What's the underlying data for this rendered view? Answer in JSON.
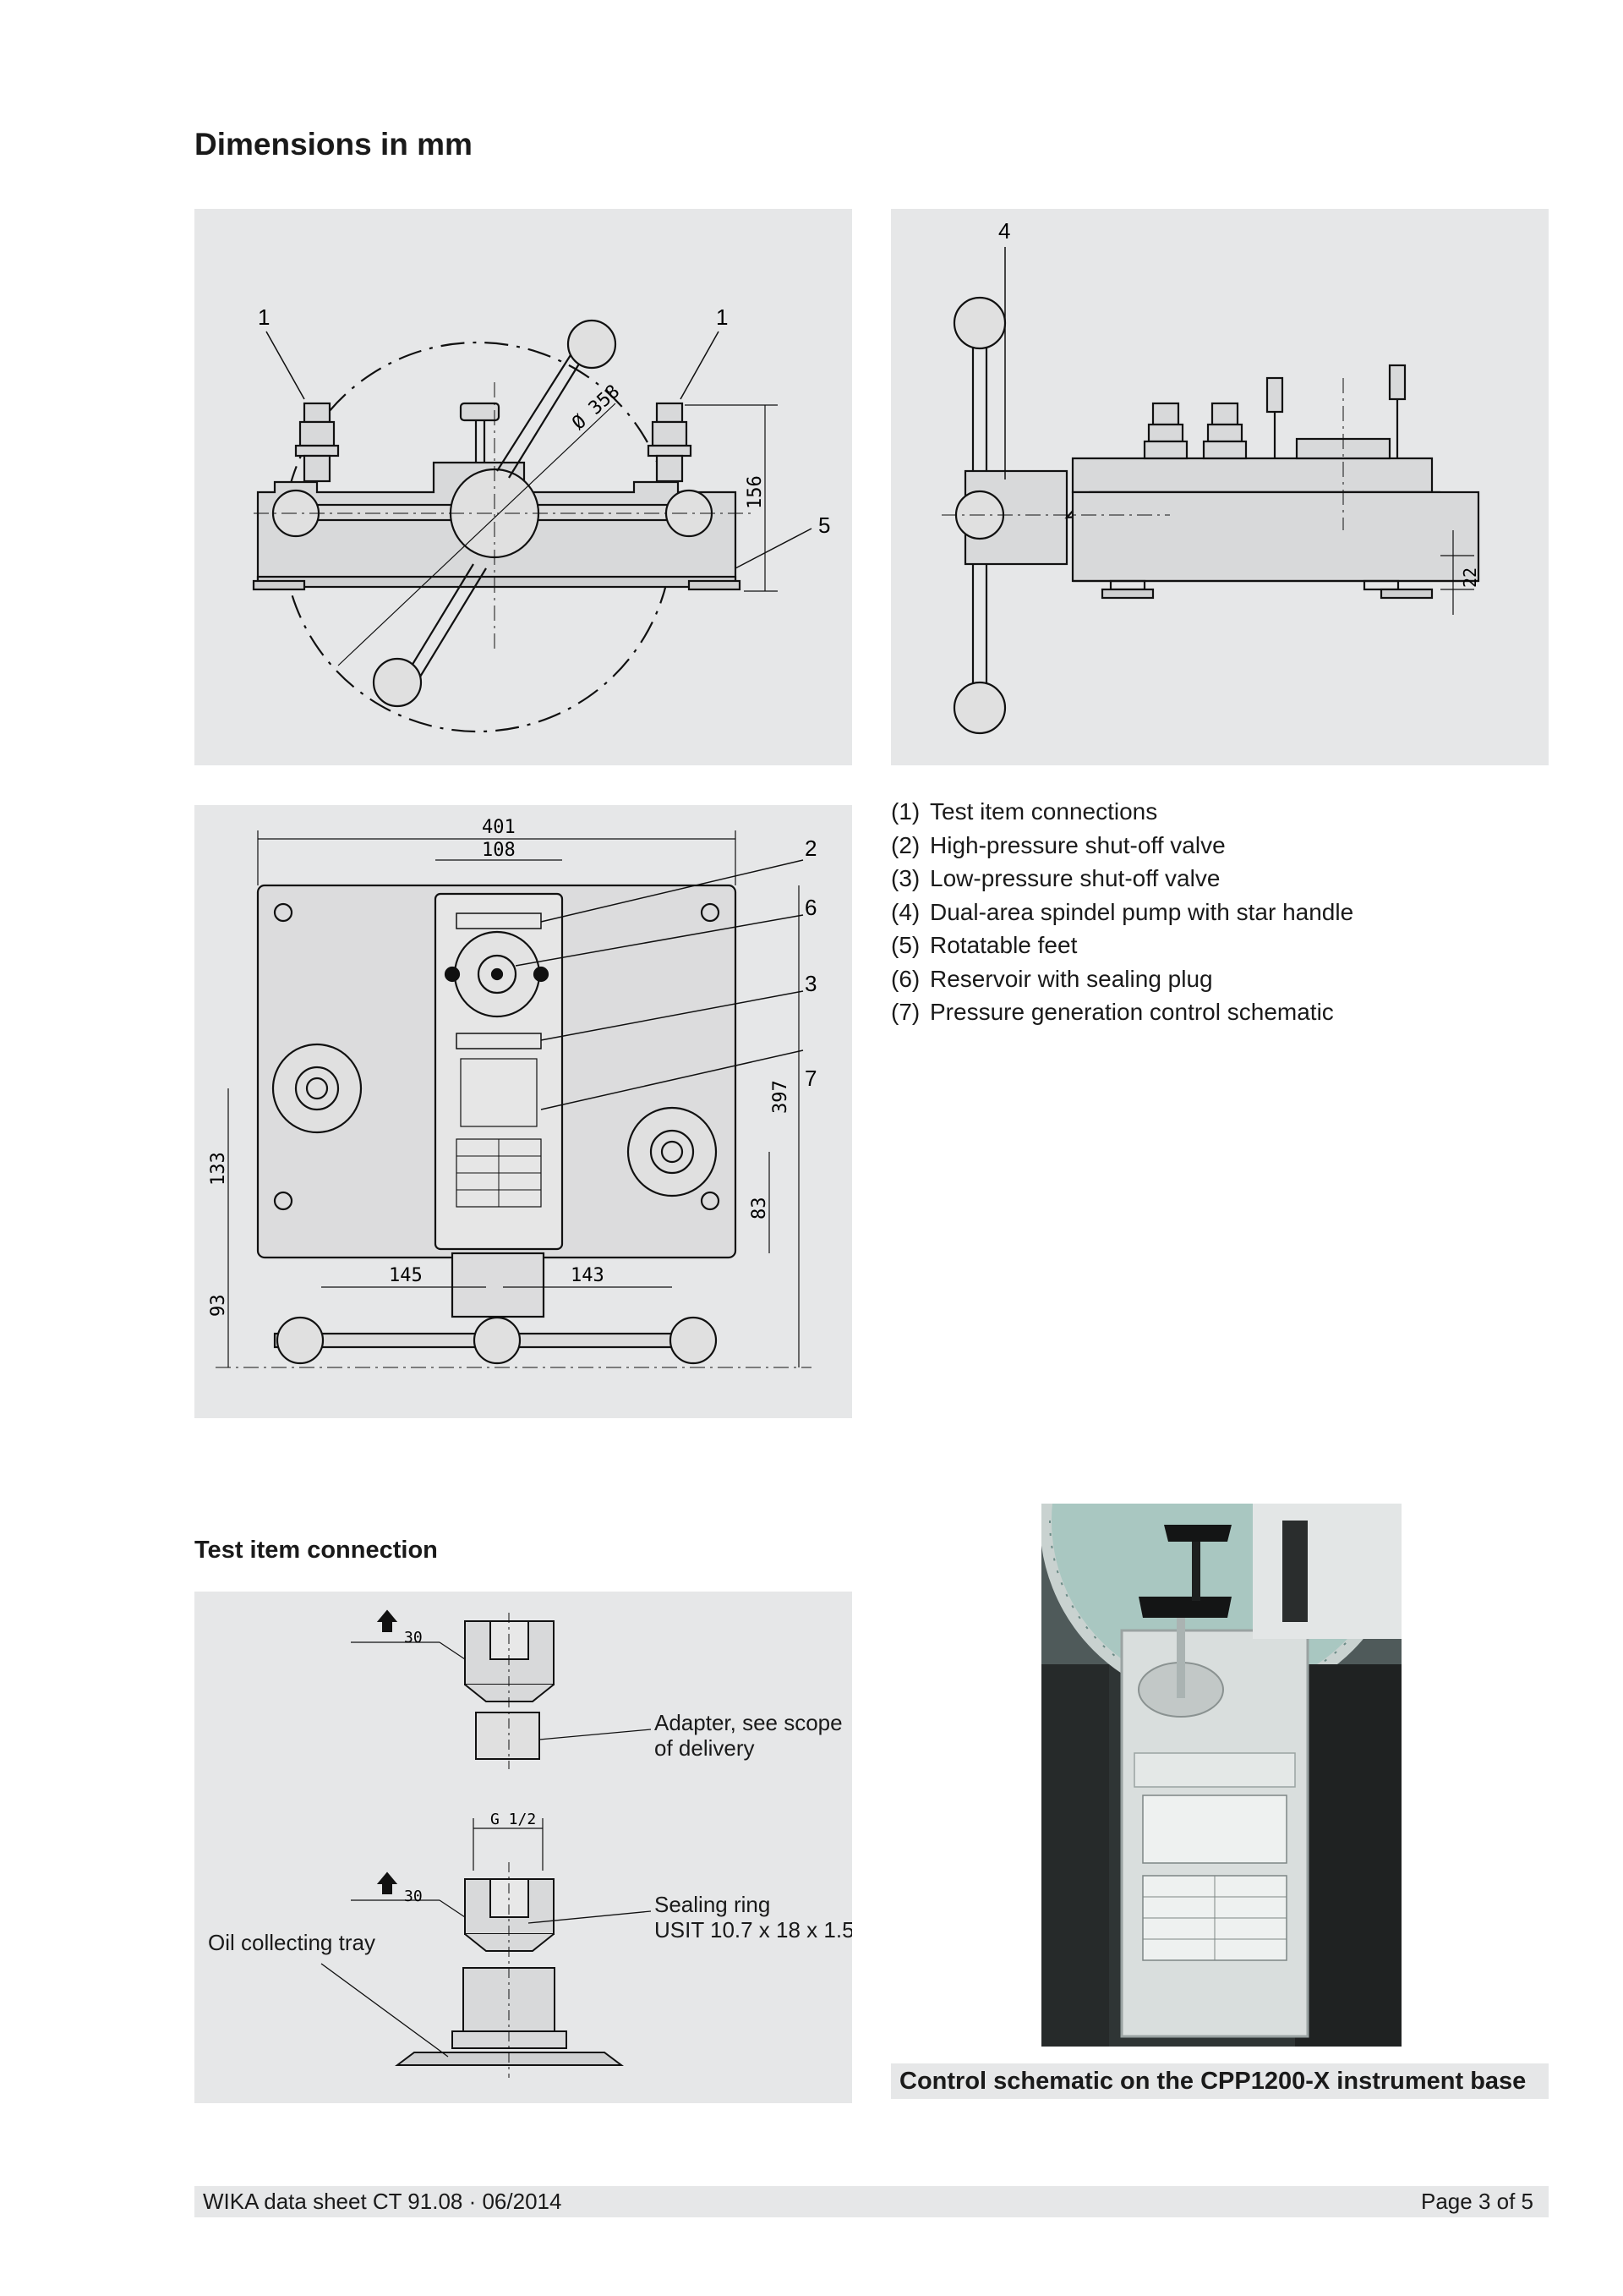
{
  "page": {
    "title": "Dimensions in mm",
    "subtitle_connection": "Test item connection"
  },
  "drawing_front": {
    "callout_1a": "1",
    "callout_1b": "1",
    "callout_5": "5",
    "dim_diameter": "Ø 358",
    "dim_height": "156"
  },
  "drawing_side": {
    "callout_4": "4",
    "dim_feet": "22"
  },
  "drawing_top": {
    "dim_width": "401",
    "dim_center": "108",
    "dim_depth": "397",
    "dim_left_port": "133",
    "dim_right_port": "83",
    "dim_handle": "93",
    "dim_left_offset": "145",
    "dim_right_offset": "143",
    "callout_2": "2",
    "callout_6": "6",
    "callout_3": "3",
    "callout_7": "7"
  },
  "legend": [
    {
      "num": "(1)",
      "text": "Test item connections"
    },
    {
      "num": "(2)",
      "text": "High-pressure shut-off valve"
    },
    {
      "num": "(3)",
      "text": "Low-pressure shut-off valve"
    },
    {
      "num": "(4)",
      "text": "Dual-area spindel pump with star handle"
    },
    {
      "num": "(5)",
      "text": "Rotatable feet"
    },
    {
      "num": "(6)",
      "text": "Reservoir with sealing plug"
    },
    {
      "num": "(7)",
      "text": "Pressure generation control schematic"
    }
  ],
  "connection": {
    "wrench_top": "30",
    "wrench_bottom": "30",
    "thread": "G 1/2",
    "adapter_line1": "Adapter, see scope",
    "adapter_line2": "of delivery",
    "seal_line1": "Sealing ring",
    "seal_line2": "USIT 10.7 x 18 x 1.5",
    "tray": "Oil collecting tray"
  },
  "photo_caption": "Control schematic on the CPP1200-X instrument base",
  "footer": {
    "left": "WIKA data sheet CT 91.08 · 06/2014",
    "right": "Page 3 of 5"
  }
}
